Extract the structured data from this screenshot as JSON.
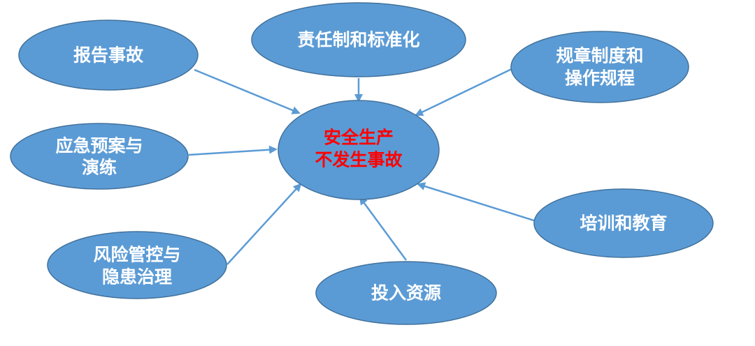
{
  "center": {
    "line1": "安全生产",
    "line2": "不发生事故"
  },
  "nodes": {
    "report": {
      "line1": "报告事故"
    },
    "responsibility": {
      "line1": "责任制和标准化"
    },
    "rules": {
      "line1": "规章制度和",
      "line2": "操作规程"
    },
    "emergency": {
      "line1": "应急预案与",
      "line2": "演练"
    },
    "training": {
      "line1": "培训和教育"
    },
    "risk": {
      "line1": "风险管控与",
      "line2": "隐患治理"
    },
    "investment": {
      "line1": "投入资源"
    }
  },
  "colors": {
    "node_fill": "#5b9bd5",
    "node_stroke": "#41719c",
    "node_text": "#ffffff",
    "center_text": "#ff0000",
    "arrow": "#5b9bd5"
  }
}
